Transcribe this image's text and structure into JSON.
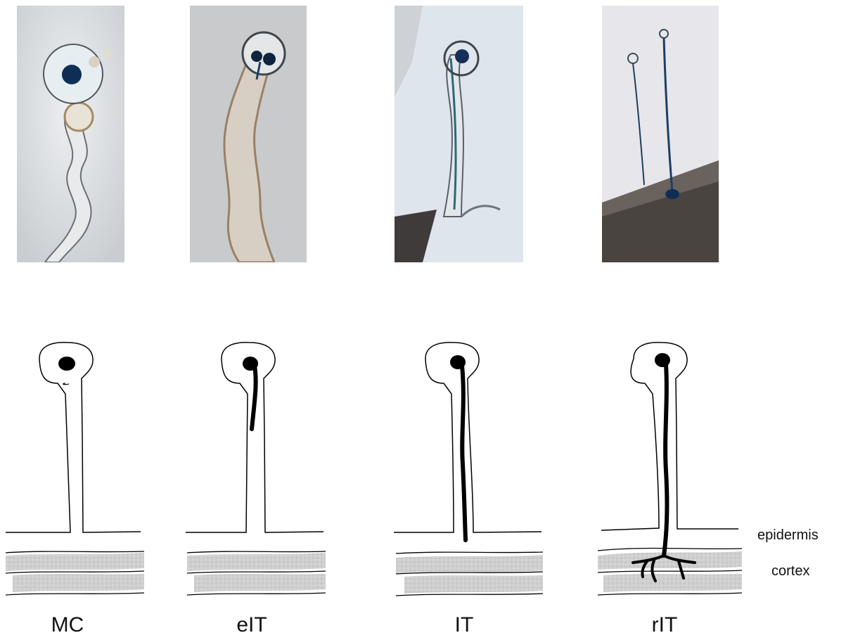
{
  "stages": [
    {
      "label": "MC"
    },
    {
      "label": "eIT"
    },
    {
      "label": "IT"
    },
    {
      "label": "rIT"
    }
  ],
  "tissue_labels": {
    "epidermis": "epidermis",
    "cortex": "cortex"
  },
  "colors": {
    "photo_bg_1": "#d8dcdf",
    "photo_bg_2": "#c7c9cb",
    "photo_bg_3": "#dfe4ea",
    "photo_bg_4": "#e6e6ea",
    "stain": "#1b3f66",
    "cortex_fill": "#c8c8c8",
    "line": "#000000"
  }
}
